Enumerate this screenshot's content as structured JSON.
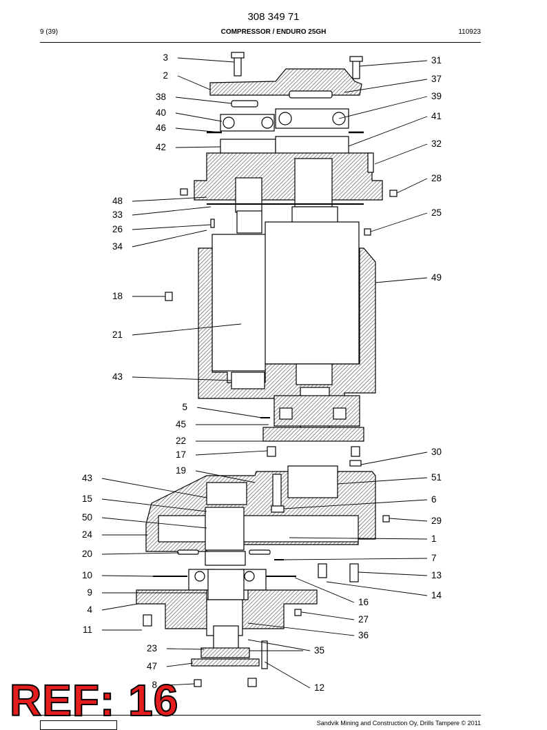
{
  "header": {
    "doc_code": "308 349 71",
    "page": "9 (39)",
    "title": "COMPRESSOR / ENDURO 25GH",
    "doc_date": "110923"
  },
  "footer": {
    "copyright": "Sandvik Mining and Construction Oy, Drills Tampere © 2011"
  },
  "stamp": {
    "text": "REF: 16"
  },
  "callouts": {
    "left": [
      "3",
      "2",
      "38",
      "40",
      "46",
      "42",
      "48",
      "33",
      "26",
      "34",
      "18",
      "21",
      "43",
      "5",
      "45",
      "22",
      "17",
      "19",
      "43",
      "15",
      "50",
      "24",
      "20",
      "10",
      "9",
      "4",
      "11",
      "23",
      "47",
      "8"
    ],
    "right": [
      "31",
      "37",
      "39",
      "41",
      "32",
      "28",
      "25",
      "49",
      "30",
      "51",
      "6",
      "29",
      "1",
      "7",
      "13",
      "14",
      "16",
      "27",
      "36",
      "35",
      "12"
    ]
  }
}
